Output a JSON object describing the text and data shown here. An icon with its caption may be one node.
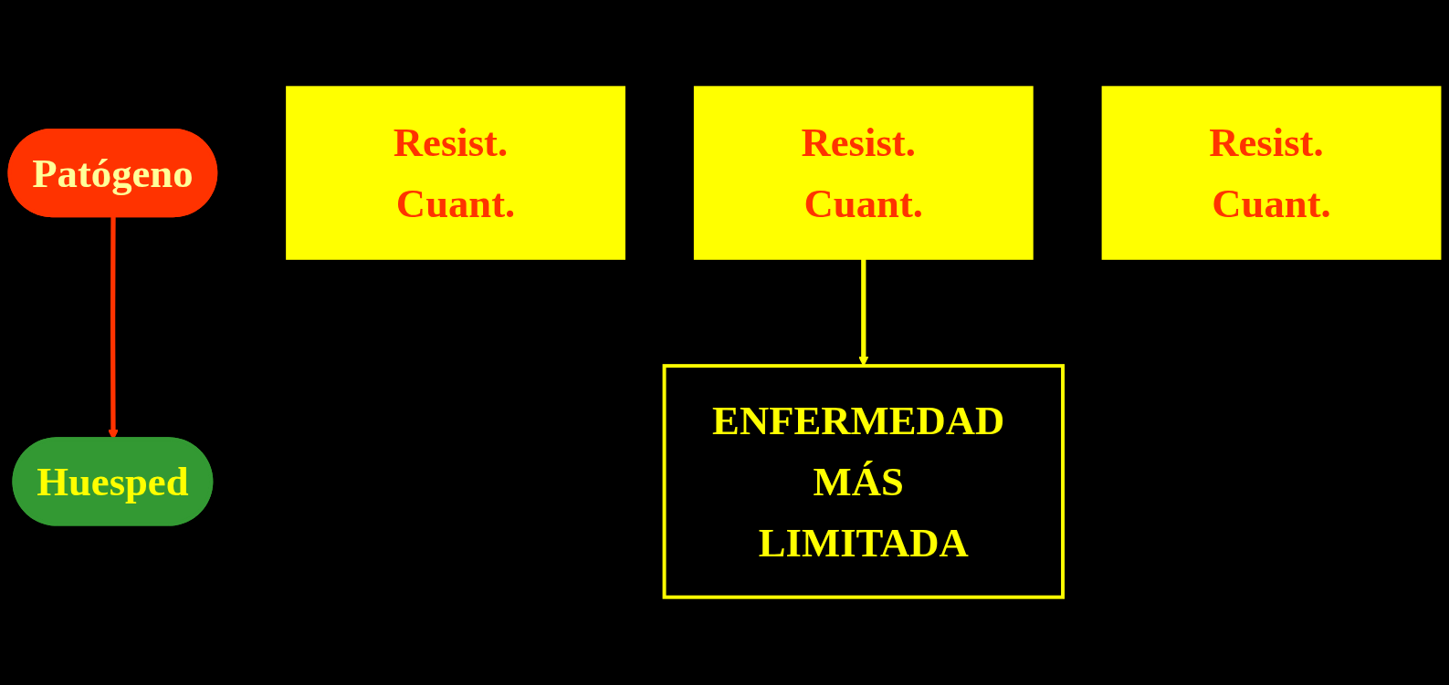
{
  "diagram": {
    "nodes": [
      {
        "text": [
          "Patógeno"
        ]
      },
      {
        "text": [
          "Huesped"
        ]
      },
      {
        "text": [
          "Resist. Cuant."
        ]
      },
      {
        "text": [
          "Resist. Cuant."
        ]
      },
      {
        "text": [
          "Resist. Cuant."
        ]
      },
      {
        "text": [
          "ENFERMEDAD MÁS LIMITADA"
        ]
      }
    ],
    "edges": [
      {
        "from": 0,
        "to": 1,
        "arrow": "to",
        "color": "#ff3300"
      },
      {
        "from": 3,
        "to": 5,
        "arrow": "to",
        "color": "#ffff00"
      }
    ]
  }
}
